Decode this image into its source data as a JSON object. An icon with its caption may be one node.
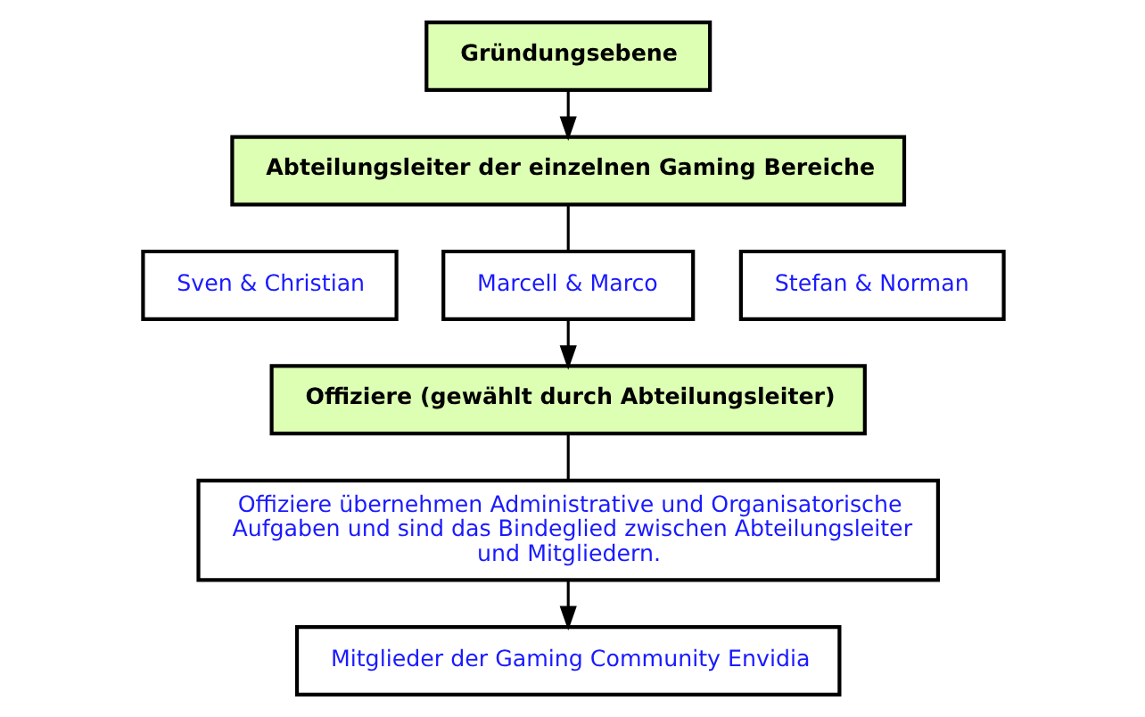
{
  "diagram": {
    "nodes": [
      {
        "text": [
          "Gründungsebene"
        ]
      },
      {
        "text": [
          "Abteilungsleiter der einzelnen Gaming Bereiche"
        ]
      },
      {
        "text": [
          "Sven & Christian"
        ]
      },
      {
        "text": [
          "Marcell & Marco"
        ]
      },
      {
        "text": [
          "Stefan & Norman"
        ]
      },
      {
        "text": [
          "Offiziere (gewählt durch Abteilungsleiter)"
        ]
      },
      {
        "text": [
          "Offiziere übernehmen Administrative und Organisatorische Aufgaben und sind das Bindeglied zwischen Abteilungsleiter und Mitgliedern."
        ]
      },
      {
        "text": [
          "Mitglieder der Gaming Community Envidia"
        ]
      }
    ],
    "edges": [
      {
        "from": 0,
        "to": 1,
        "arrow": "to"
      },
      {
        "from": 1,
        "to": 3,
        "arrow": "none"
      },
      {
        "from": 3,
        "to": 5,
        "arrow": "to"
      },
      {
        "from": 5,
        "to": 6,
        "arrow": "none"
      },
      {
        "from": 6,
        "to": 7,
        "arrow": "to"
      }
    ]
  }
}
